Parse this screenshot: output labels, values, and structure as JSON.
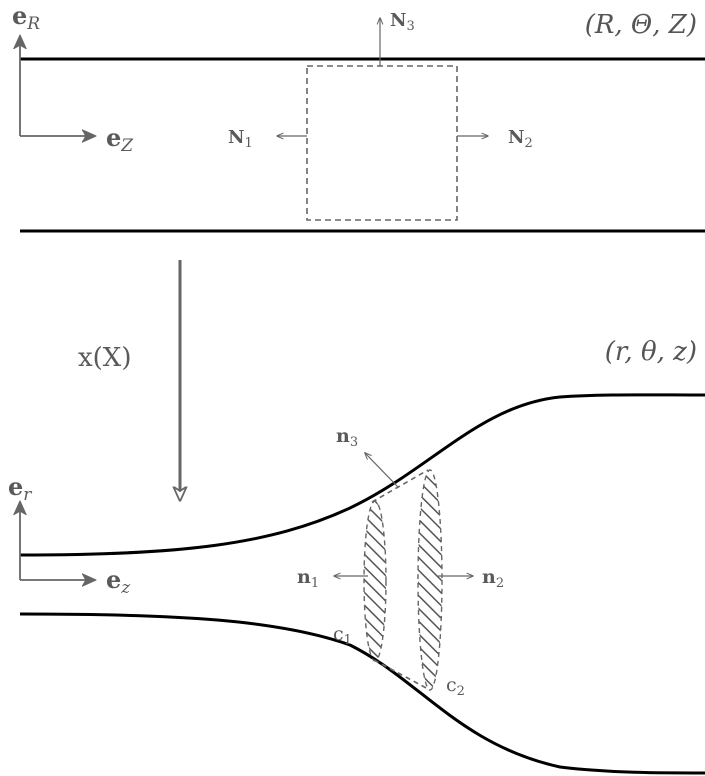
{
  "reference": {
    "coords_label": "(R, Θ, Z)",
    "basis_radial": {
      "symbol": "e",
      "subscript": "R"
    },
    "basis_axial": {
      "symbol": "e",
      "subscript": "Z"
    },
    "normals": [
      {
        "symbol": "N",
        "subscript": "1"
      },
      {
        "symbol": "N",
        "subscript": "2"
      },
      {
        "symbol": "N",
        "subscript": "3"
      }
    ]
  },
  "mapping": {
    "label": "x(X)"
  },
  "current": {
    "coords_label": "(r, θ, z)",
    "basis_radial": {
      "symbol": "e",
      "subscript": "r"
    },
    "basis_axial": {
      "symbol": "e",
      "subscript": "z"
    },
    "normals": [
      {
        "symbol": "n",
        "subscript": "1"
      },
      {
        "symbol": "n",
        "subscript": "2"
      },
      {
        "symbol": "n",
        "subscript": "3"
      }
    ],
    "cross_sections": [
      {
        "symbol": "c",
        "subscript": "1"
      },
      {
        "symbol": "c",
        "subscript": "2"
      }
    ]
  },
  "colors": {
    "line": "#000000",
    "annotation": "#666666"
  }
}
